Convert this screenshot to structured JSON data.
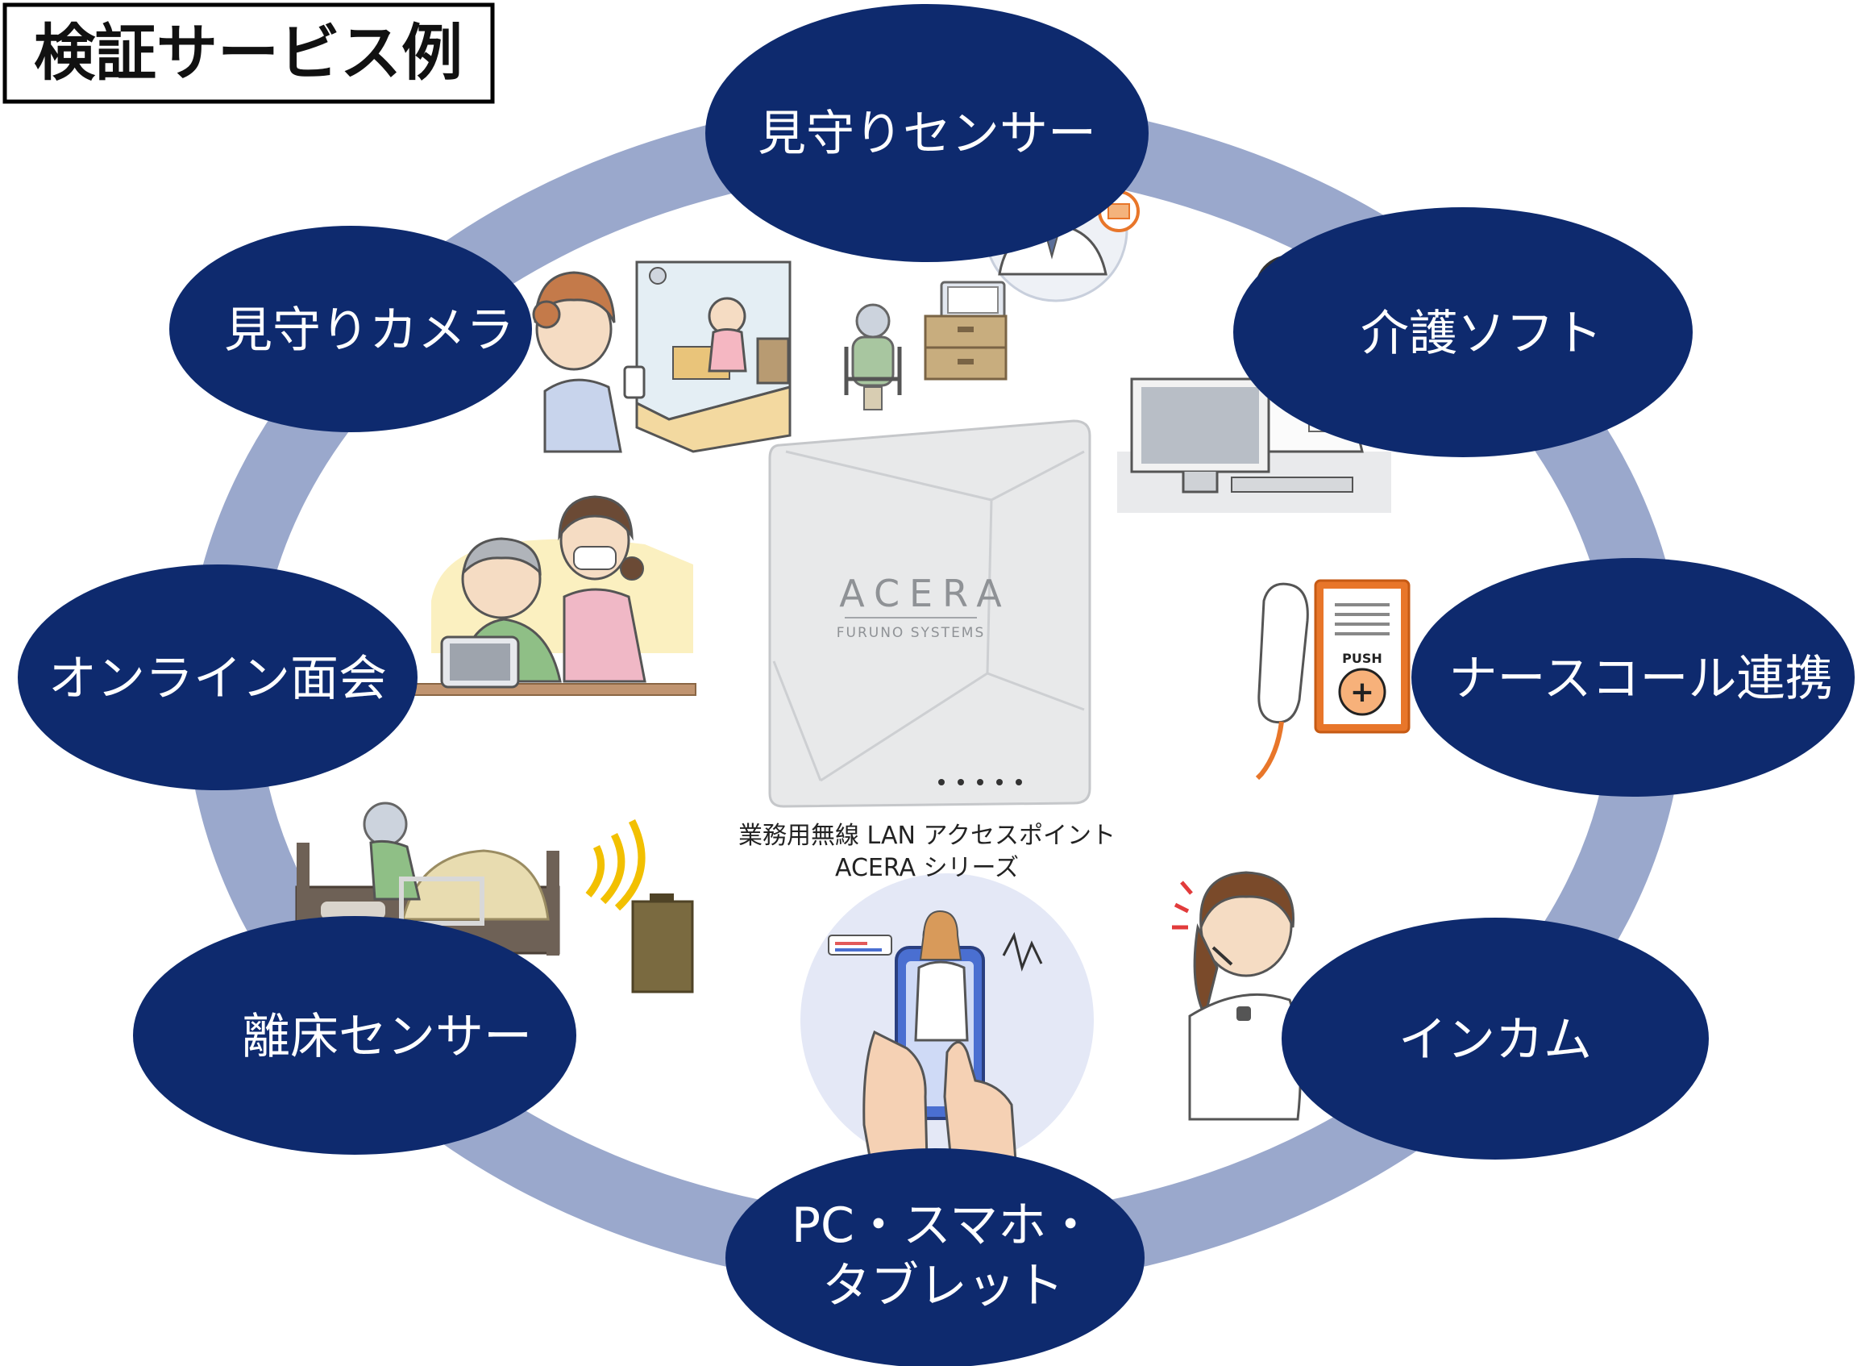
{
  "title": "検証サービス例",
  "hub": {
    "brand": "ACERA",
    "maker": "FURUNO SYSTEMS",
    "caption_line1": "業務用無線 LAN アクセスポイント",
    "caption_line2": "ACERA シリーズ"
  },
  "services": {
    "monitor_sensor": "見守りセンサー",
    "care_software": "介護ソフト",
    "monitor_camera": "見守りカメラ",
    "online_visit": "オンライン面会",
    "nurse_call": "ナースコール連携",
    "bed_sensor": "離床センサー",
    "intercom": "インカム",
    "devices_line1": "PC・スマホ・",
    "devices_line2": "タブレット"
  },
  "nurse_call_button": "PUSH",
  "colors": {
    "bubble": "#0e2a6e",
    "ring": "#9aa8cc",
    "bubble_text": "#ffffff"
  }
}
